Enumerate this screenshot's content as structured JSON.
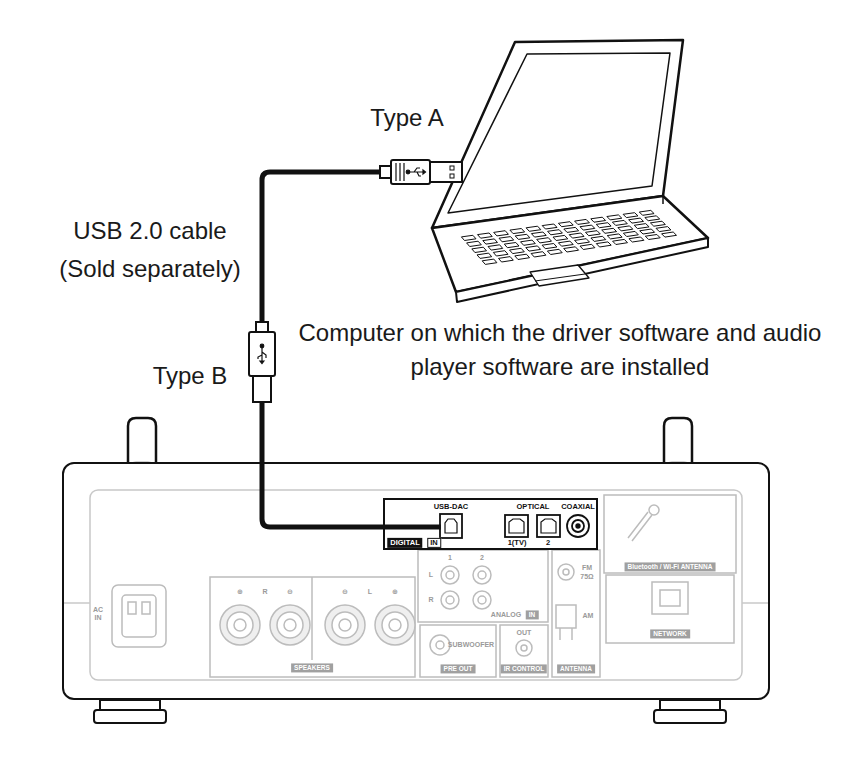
{
  "diagram": {
    "nodes": [
      {
        "text": [
          "Computer on which the driver software and audio player software are installed"
        ]
      },
      {
        "text": [
          "Bluetooth / Wi-Fi ANTENNA",
          "AC IN",
          "⊕",
          "R",
          "⊖",
          "⊖",
          "L",
          "⊕",
          "SPEAKERS",
          "1",
          "2",
          "L",
          "R",
          "ANALOG",
          "IN",
          "SUBWOOFER",
          "PRE OUT",
          "OUT",
          "IR CONTROL",
          "FM",
          "75Ω",
          "AM",
          "ANTENNA",
          "NETWORK"
        ]
      },
      {
        "text": [
          "USB-DAC",
          "OPTICAL",
          "COAXIAL",
          "1(TV)",
          "2",
          "DIGITAL",
          "IN"
        ],
        "in": 1
      }
    ],
    "edges": [
      {
        "from": 0,
        "to": 2,
        "arrow": "none"
      }
    ],
    "labels": [
      "Type A",
      "USB 2.0 cable (Sold separately)",
      "Type B"
    ]
  }
}
